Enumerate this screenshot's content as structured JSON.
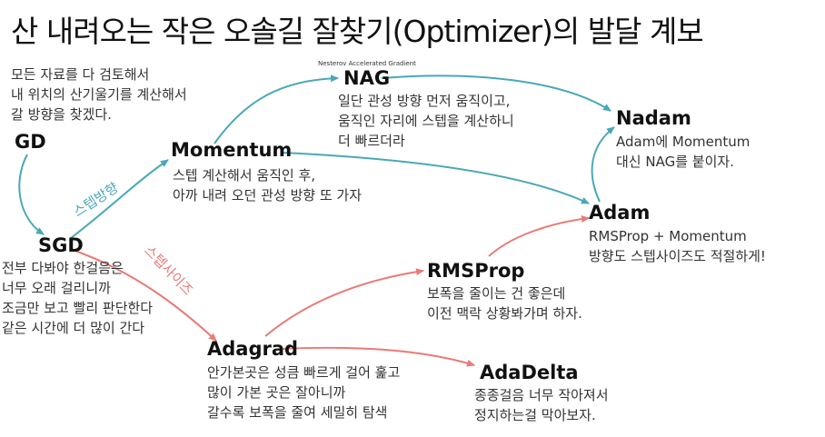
{
  "title": "산 내려오는 작은 오솔길 잘찾기(Optimizer)의 발달 계보",
  "colors": {
    "step_direction": "#4aa8b8",
    "step_size": "#ea7a76",
    "neutral": "#4aa8b8"
  },
  "edge_labels": {
    "direction": "스텝방향",
    "size": "스텝사이즈"
  },
  "nodes": {
    "gd": {
      "name": "GD",
      "desc": [
        "모든 자료를 다 검토해서",
        "내 위치의 산기울기를 계산해서",
        "갈 방향을 찾겠다."
      ]
    },
    "sgd": {
      "name": "SGD",
      "desc": [
        "전부 다봐야 한걸음은",
        "너무 오래 걸리니까",
        "조금만 보고 빨리 판단한다",
        "같은 시간에 더 많이 간다"
      ]
    },
    "momentum": {
      "name": "Momentum",
      "desc": [
        "스텝 계산해서 움직인 후,",
        "아까 내려 오던 관성 방향 또 가자"
      ]
    },
    "nag": {
      "name": "NAG",
      "fullname": "Nesterov Accelerated Gradient",
      "desc": [
        "일단 관성 방향 먼저 움직이고,",
        "움직인 자리에 스텝을 계산하니",
        "더 빠르더라"
      ]
    },
    "nadam": {
      "name": "Nadam",
      "desc": [
        "Adam에 Momentum",
        "대신 NAG를 붙이자."
      ]
    },
    "adam": {
      "name": "Adam",
      "desc": [
        "RMSProp + Momentum",
        "방향도 스텝사이즈도 적절하게!"
      ]
    },
    "rmsprop": {
      "name": "RMSProp",
      "desc": [
        "보폭을 줄이는 건 좋은데",
        "이전 맥락 상황봐가며 하자."
      ]
    },
    "adagrad": {
      "name": "Adagrad",
      "desc": [
        "안가본곳은 성큼 빠르게 걸어 훑고",
        "많이 가본 곳은 잘아니까",
        "갈수록 보폭을 줄여 세밀히 탐색"
      ]
    },
    "adadelta": {
      "name": "AdaDelta",
      "desc": [
        "종종걸음 너무 작아져서",
        "정지하는걸 막아보자."
      ]
    }
  }
}
